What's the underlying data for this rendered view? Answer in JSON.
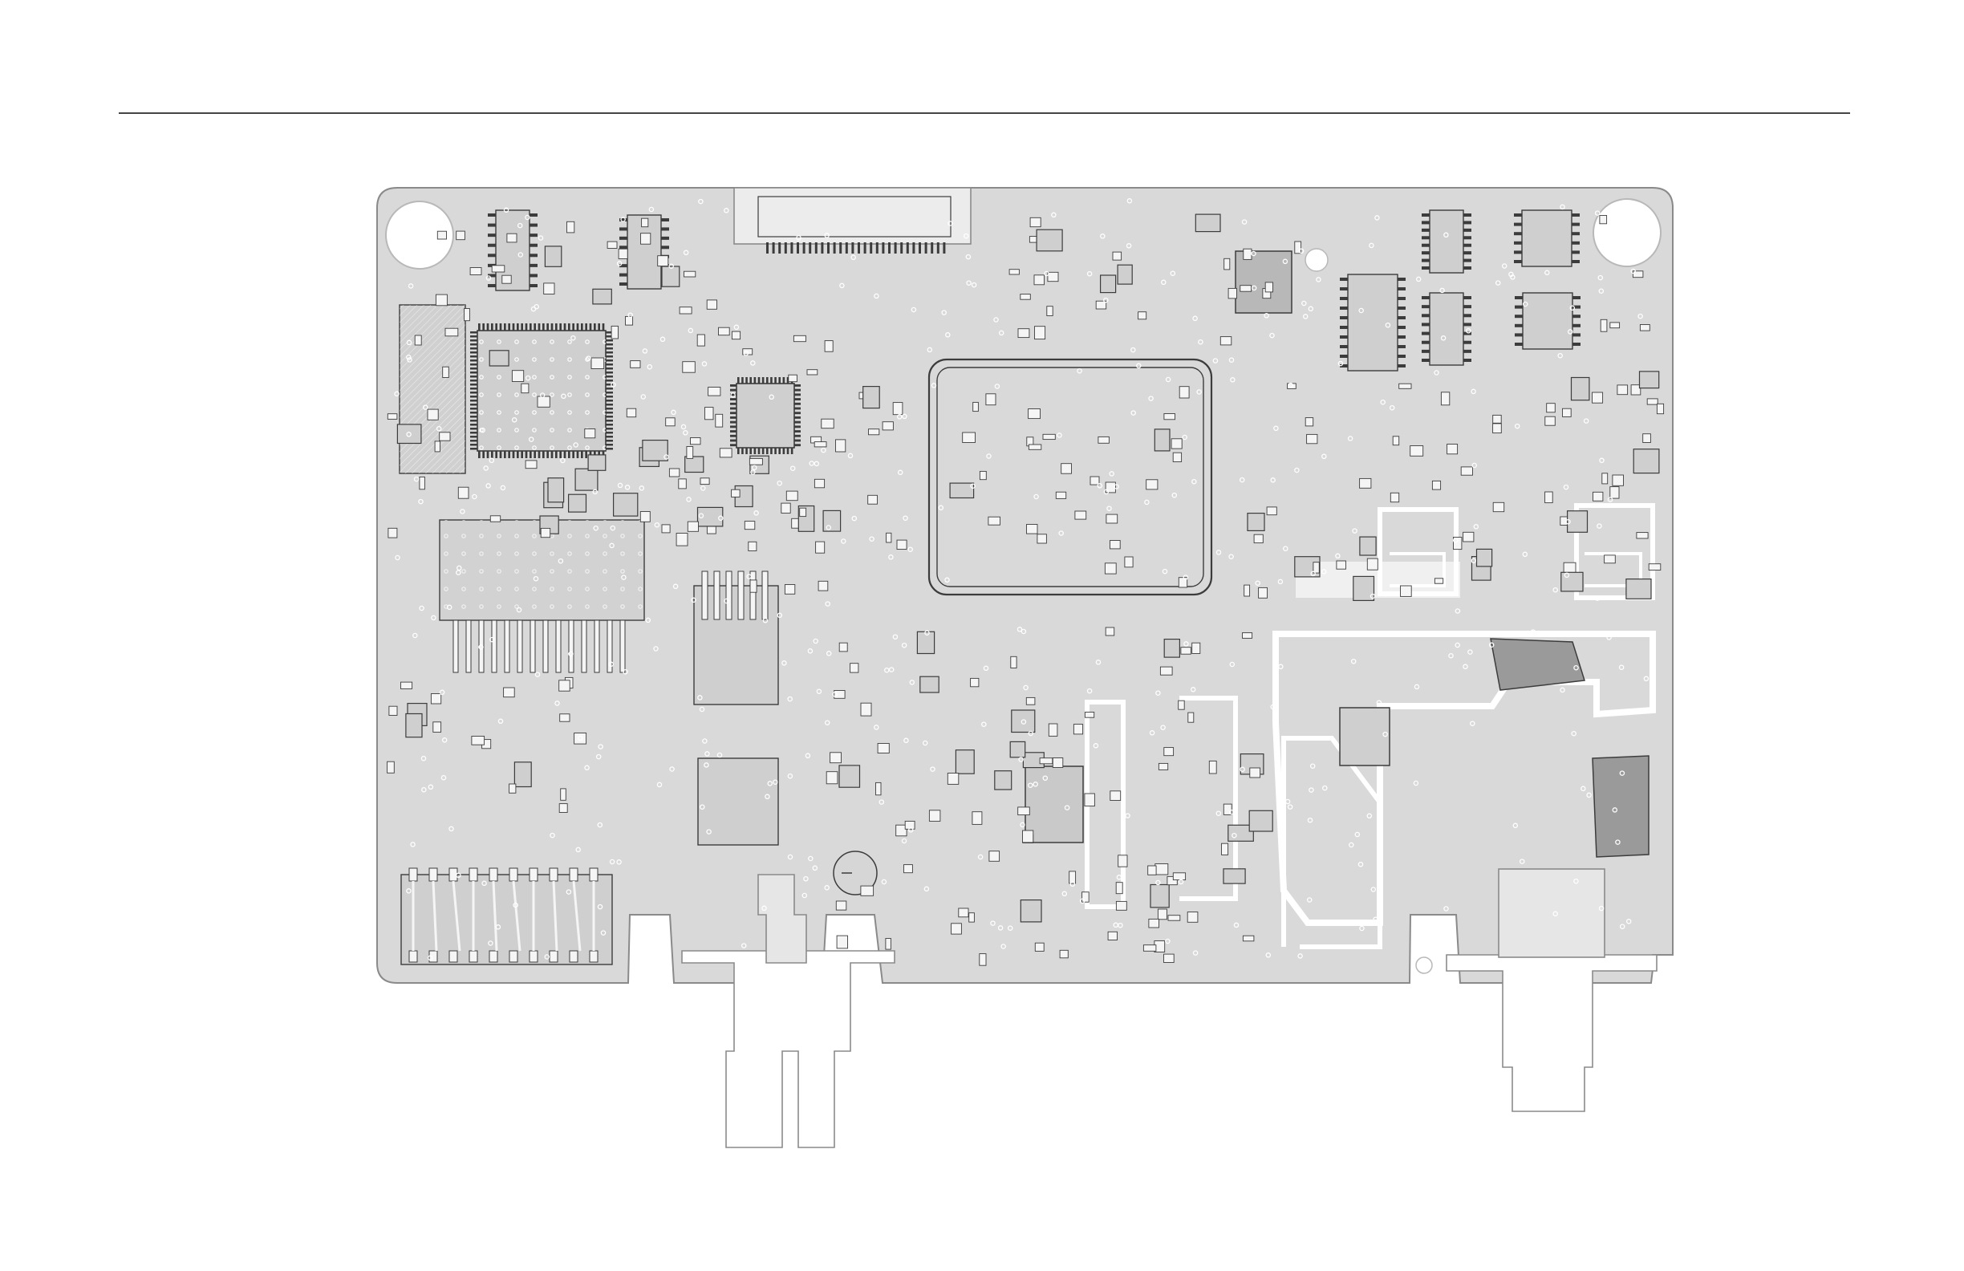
{
  "figure": {
    "kind": "pcb-assembly-drawing",
    "text_labels": [],
    "colors": {
      "rule_line": "#444444",
      "board_fill": "#d9d9d9",
      "copper_fill": "#cfcfcf",
      "outline": "#8a8a8a",
      "silkscreen": "#3c3c3c",
      "pad_light": "#f5f5f5",
      "background": "#ffffff"
    }
  },
  "components": {
    "qfp_chips": [
      "ic-qfp-large",
      "ic-qfp-small"
    ],
    "connectors": [
      "ribbon-connector-top",
      "header-connector-bottom-left",
      "coax-connector-bottom-left",
      "coax-connector-bottom-right"
    ],
    "shield_cans": [
      "rf-shield-can"
    ],
    "mounting_holes": [
      "mount-hole-top-left",
      "mount-hole-top-right"
    ]
  }
}
